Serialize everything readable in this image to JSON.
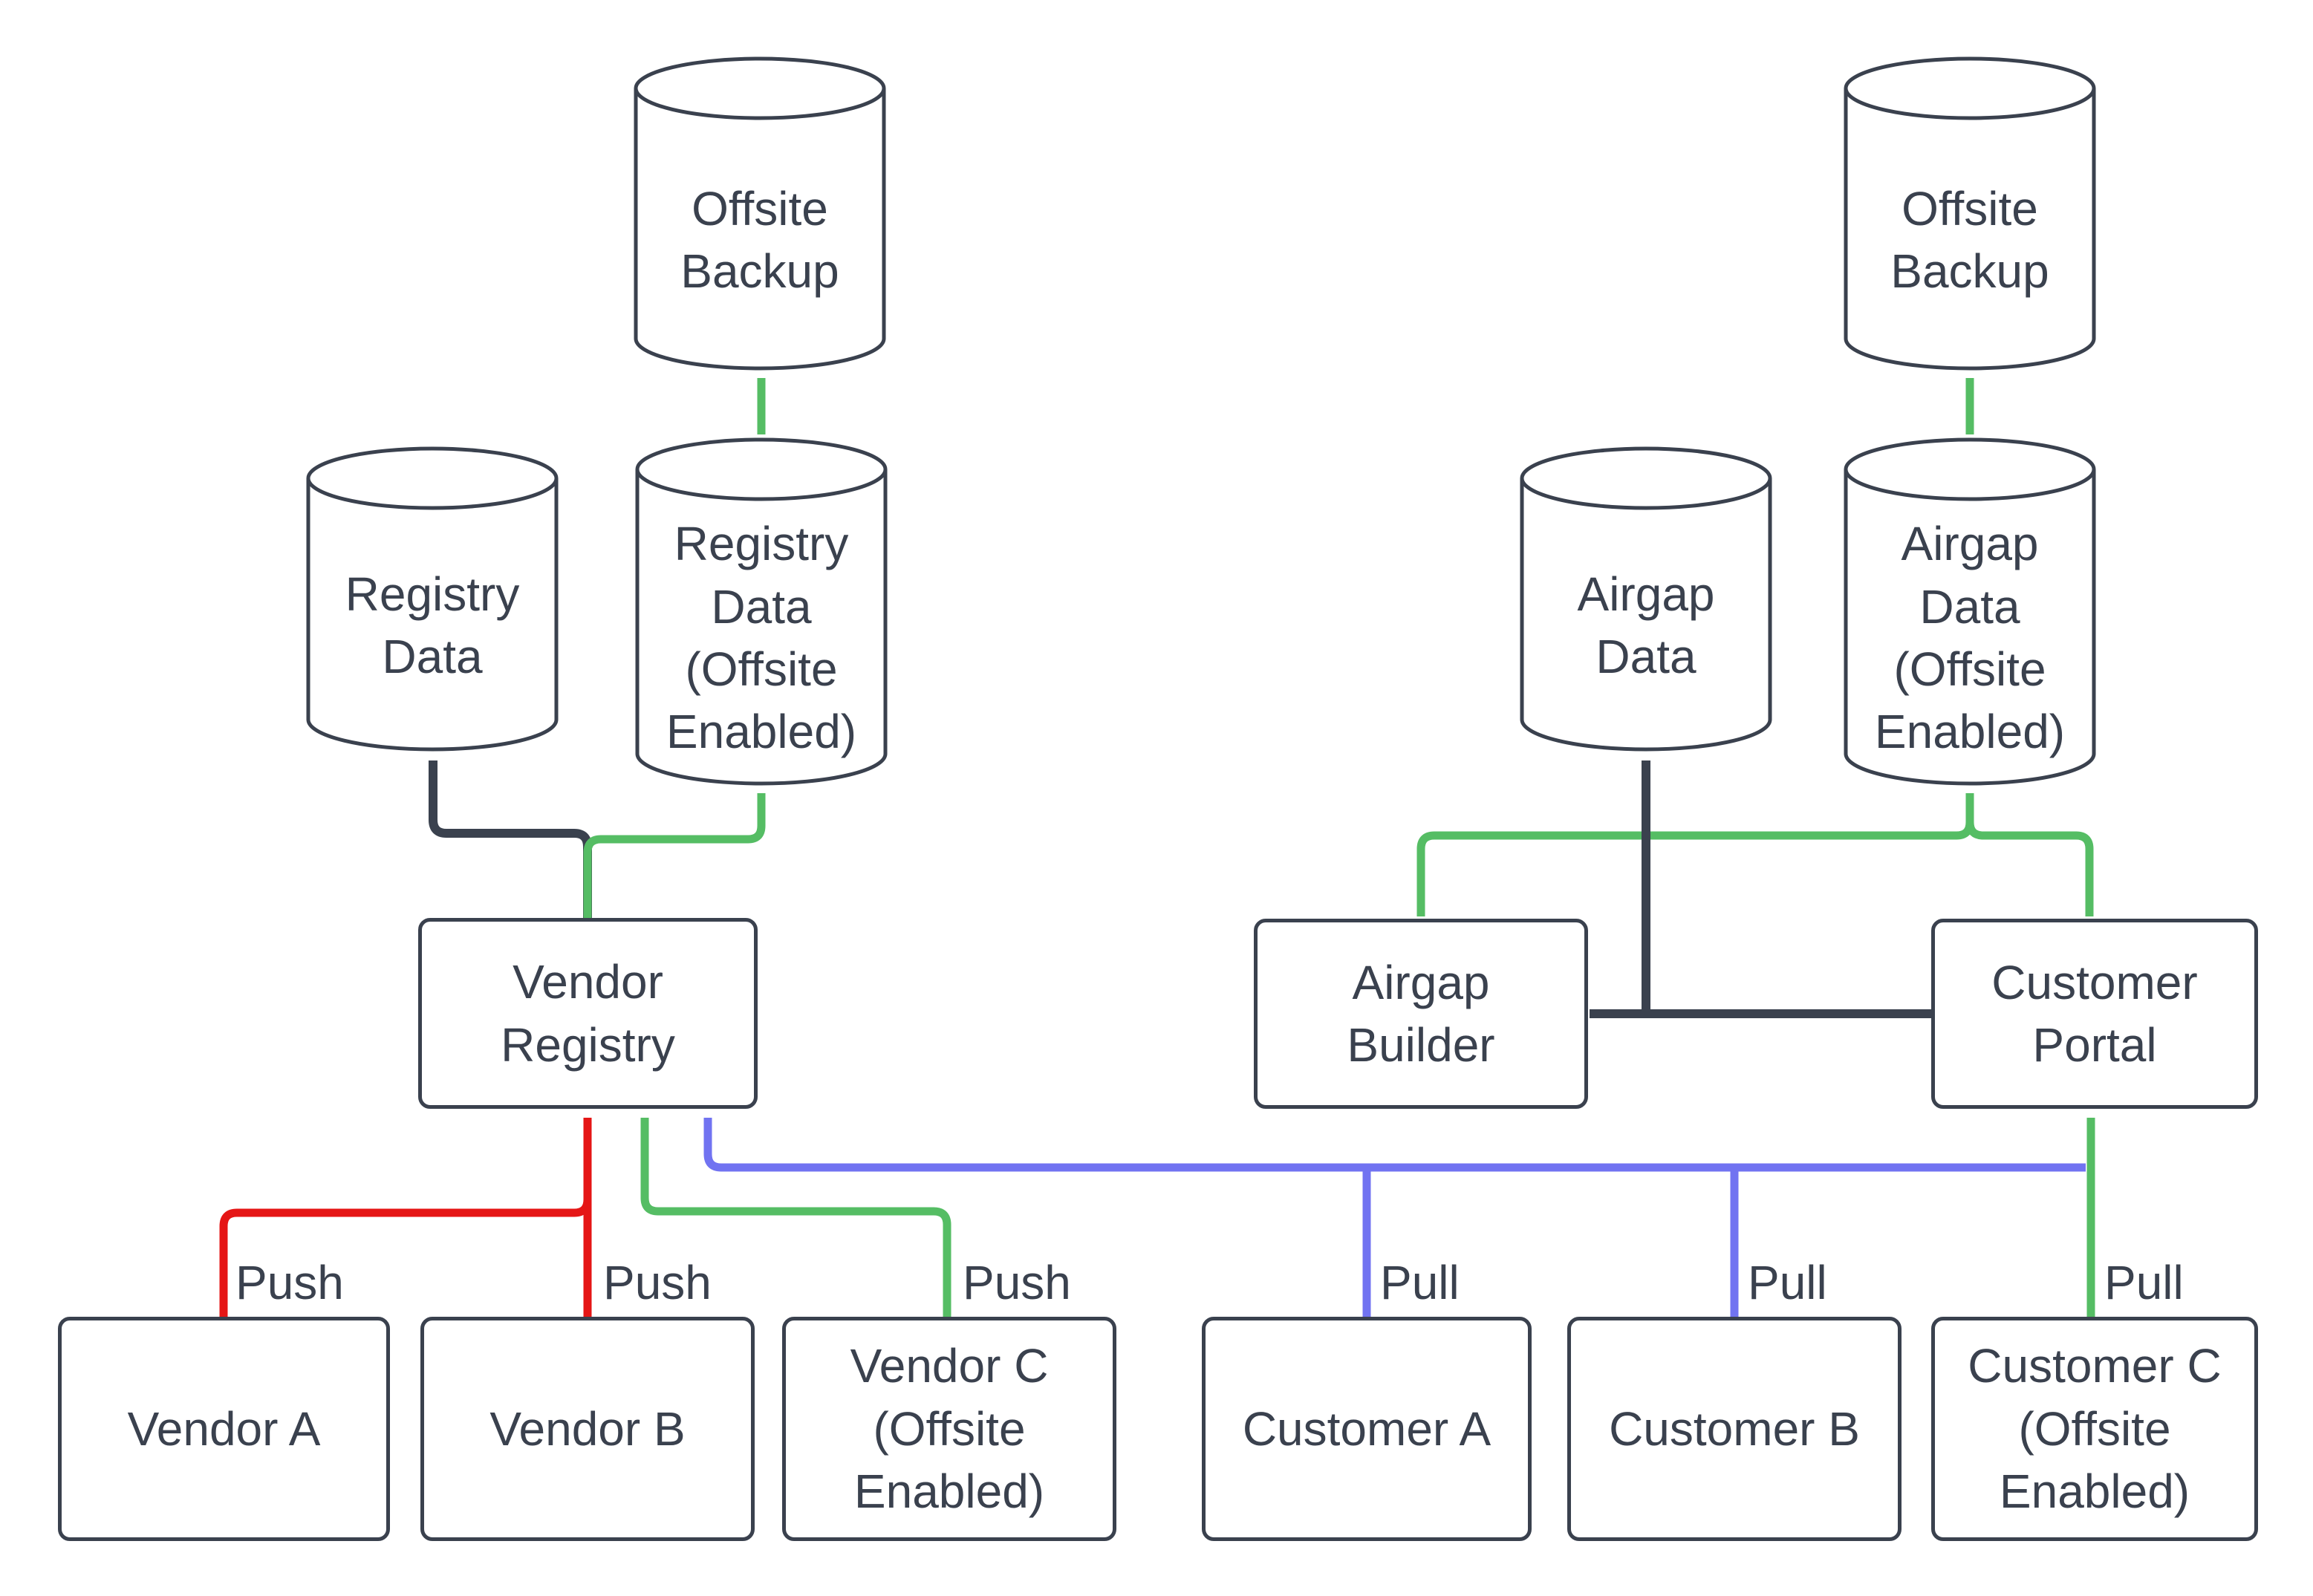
{
  "colors": {
    "bg": "#ffffff",
    "fill": "#ffffff",
    "stroke": "#3a414e",
    "text": "#3a414e",
    "red": "#e51616",
    "green": "#55bd64",
    "blue": "#7173f1"
  },
  "nodes": {
    "offsite_backup_left": {
      "label": "Offsite\nBackup"
    },
    "registry_data": {
      "label": "Registry\nData"
    },
    "registry_data_offsite": {
      "label": "Registry\nData\n(Offsite\nEnabled)"
    },
    "vendor_registry": {
      "label": "Vendor\nRegistry"
    },
    "vendor_a": {
      "label": "Vendor A"
    },
    "vendor_b": {
      "label": "Vendor B"
    },
    "vendor_c": {
      "label": "Vendor C\n(Offsite\nEnabled)"
    },
    "offsite_backup_right": {
      "label": "Offsite\nBackup"
    },
    "airgap_data": {
      "label": "Airgap\nData"
    },
    "airgap_data_offsite": {
      "label": "Airgap\nData\n(Offsite\nEnabled)"
    },
    "airgap_builder": {
      "label": "Airgap\nBuilder"
    },
    "customer_portal": {
      "label": "Customer\nPortal"
    },
    "customer_a": {
      "label": "Customer A"
    },
    "customer_b": {
      "label": "Customer B"
    },
    "customer_c": {
      "label": "Customer C\n(Offsite\nEnabled)"
    }
  },
  "edge_labels": {
    "push_vendor_a": "Push",
    "push_vendor_b": "Push",
    "push_vendor_c": "Push",
    "pull_customer_a": "Pull",
    "pull_customer_b": "Pull",
    "pull_customer_c": "Pull"
  }
}
